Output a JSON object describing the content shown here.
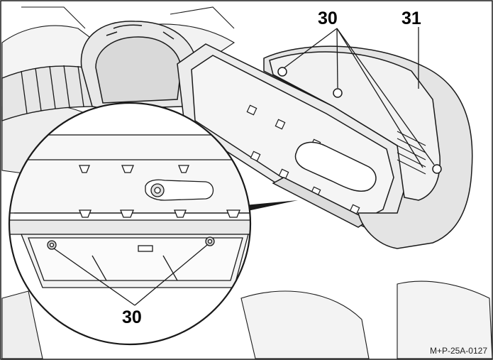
{
  "figure": {
    "callouts": {
      "fastener_top": "30",
      "housing": "31",
      "fastener_inset": "30"
    },
    "figure_code": "M+P-25A-0127"
  },
  "colors": {
    "line": "#1a1a1a",
    "shade_light": "#f0f0f0",
    "shade_mid": "#d6d6d6",
    "shade_dark": "#a8a8a8"
  }
}
